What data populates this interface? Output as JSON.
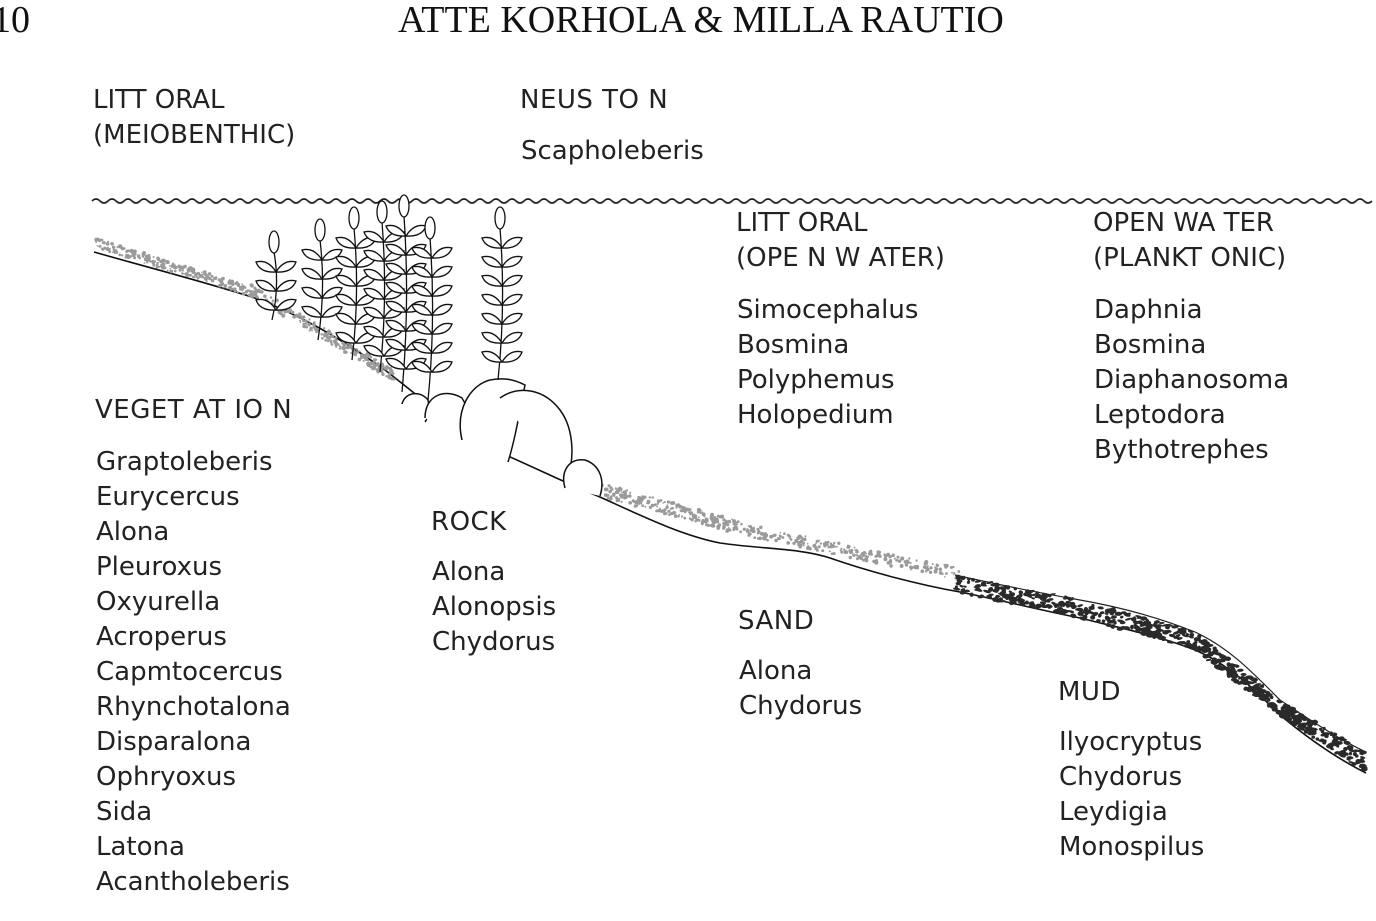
{
  "page": {
    "number": "10",
    "running_head": "ATTE KORHOLA & MILLA RAUTIO"
  },
  "zones": {
    "littoral_meiobenthic": {
      "heading_line1": "LITT ORAL",
      "heading_line2": "(MEIOBENTHIC)",
      "taxa": []
    },
    "neuston": {
      "heading": "NEUS TO N",
      "taxa": [
        "Scapholeberis"
      ]
    },
    "littoral_open_water": {
      "heading_line1": "LITT ORAL",
      "heading_line2": "(OPE N W ATER)",
      "taxa": [
        "Simocephalus",
        "Bosmina",
        "Polyphemus",
        "Holopedium"
      ]
    },
    "open_water_planktonic": {
      "heading_line1": "OPEN WA TER",
      "heading_line2": "(PLANKT ONIC)",
      "taxa": [
        "Daphnia",
        "Bosmina",
        "Diaphanosoma",
        "Leptodora",
        "Bythotrephes"
      ]
    },
    "vegetation": {
      "heading": "VEGET AT IO N",
      "taxa": [
        "Graptoleberis",
        "Eurycercus",
        "Alona",
        "Pleuroxus",
        "Oxyurella",
        "Acroperus",
        "Capmtocercus",
        "Rhynchotalona",
        "Disparalona",
        "Ophryoxus",
        "Sida",
        "Latona",
        "Acantholeberis"
      ]
    },
    "rock": {
      "heading": "ROCK",
      "taxa": [
        "Alona",
        "Alonopsis",
        "Chydorus"
      ]
    },
    "sand": {
      "heading": "SAND",
      "taxa": [
        "Alona",
        "Chydorus"
      ]
    },
    "mud": {
      "heading": "MUD",
      "taxa": [
        "Ilyocryptus",
        "Chydorus",
        "Leydigia",
        "Monospilus"
      ]
    }
  },
  "colors": {
    "line": "#1a1a1a",
    "sand_speckle": "#9a9a9a",
    "mud_pebble": "#2a2a2a"
  }
}
